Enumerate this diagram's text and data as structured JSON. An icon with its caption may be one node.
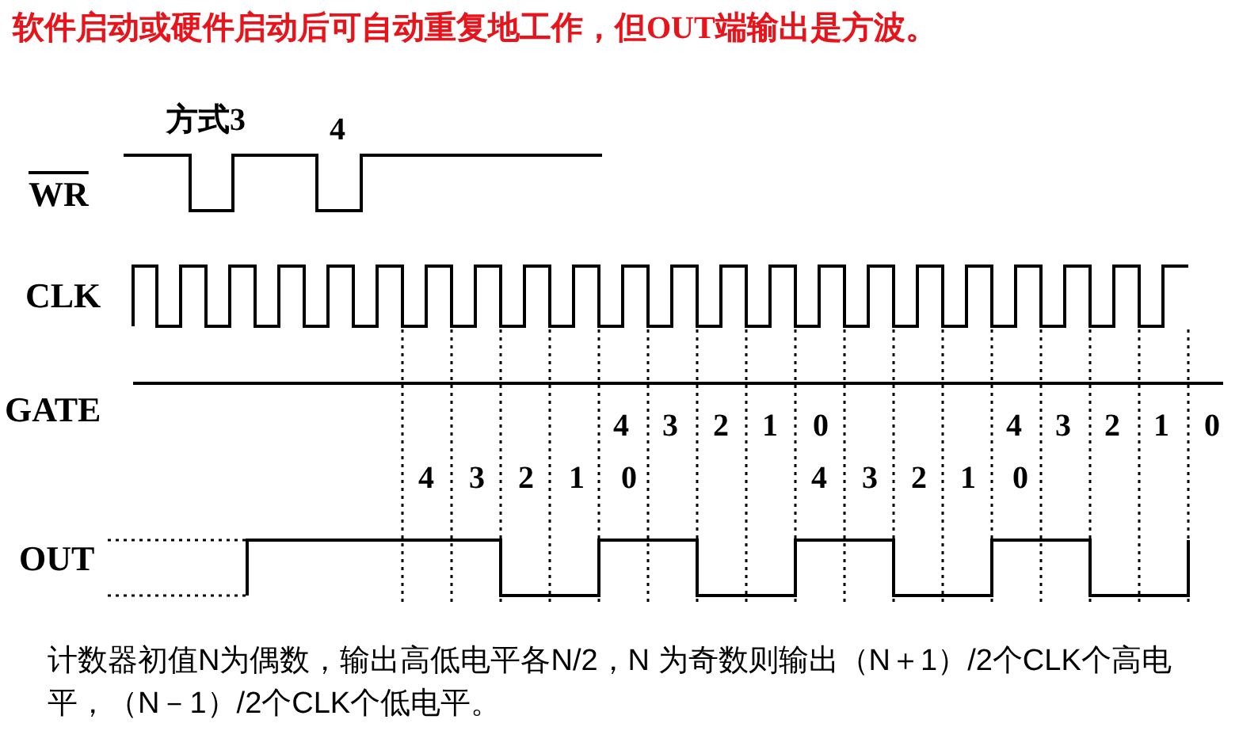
{
  "diagram": {
    "title": "软件启动或硬件启动后可自动重复地工作，但OUT端输出是方波。",
    "caption": "计数器初值N为偶数，输出高低电平各N/2，N 为奇数则输出（N＋1）/2个CLK个高电平，（N－1）/2个CLK个低电平。",
    "labels": [
      "方式3",
      "4",
      "WR",
      "CLK",
      "GATE",
      "4",
      "3",
      "2",
      "1",
      "0",
      "4",
      "3",
      "2",
      "1",
      "0",
      "4",
      "3",
      "2",
      "1",
      "0",
      "4",
      "3",
      "2",
      "1",
      "0",
      "OUT"
    ]
  }
}
